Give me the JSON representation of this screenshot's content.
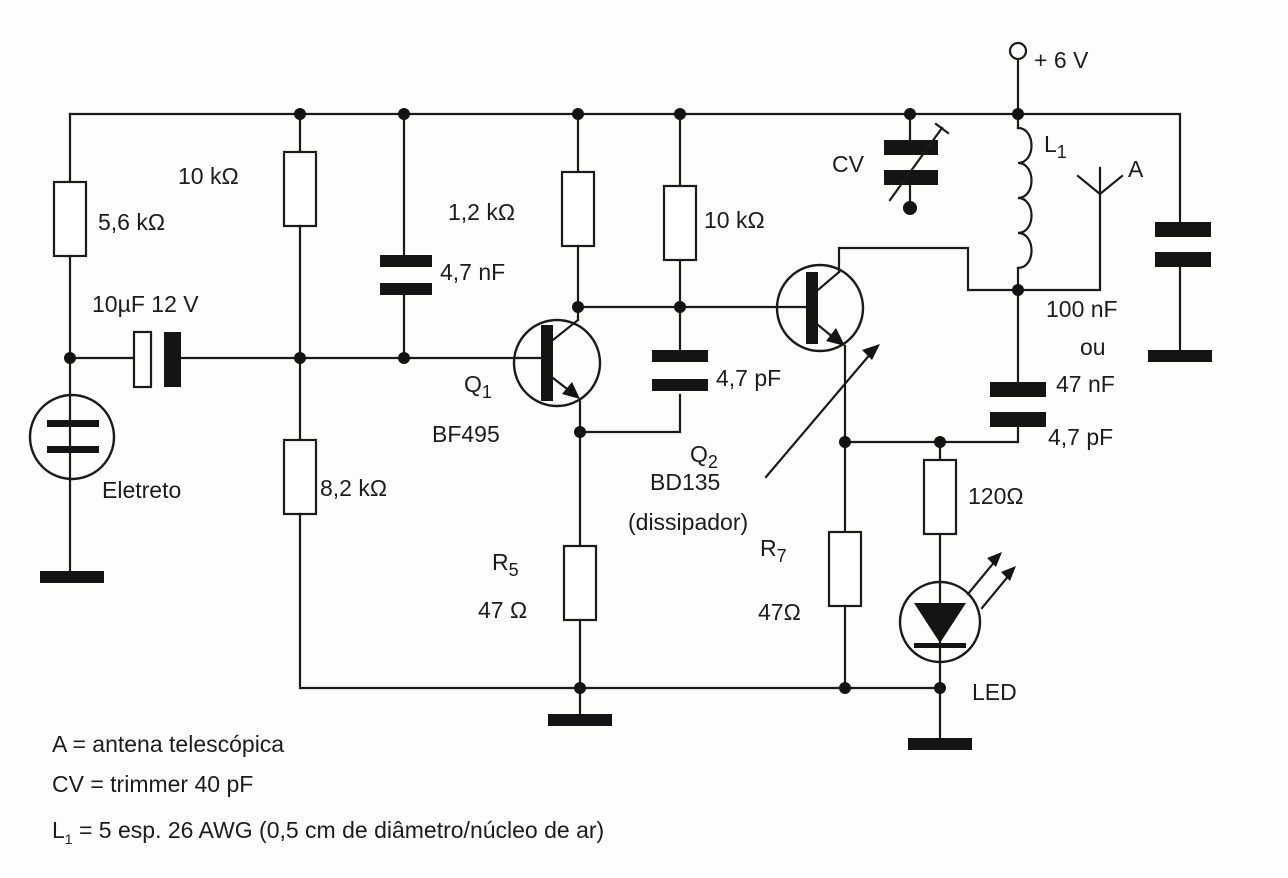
{
  "supply": {
    "label": "+ 6 V"
  },
  "components": {
    "r_5k6": {
      "value": "5,6 kΩ"
    },
    "c_10uf": {
      "value": "10µF 12 V"
    },
    "mic": {
      "label": "Eletreto"
    },
    "r_10k_bias": {
      "value": "10 kΩ"
    },
    "r_8k2": {
      "value": "8,2 kΩ"
    },
    "c_4n7": {
      "value": "4,7 nF"
    },
    "r_1k2": {
      "value": "1,2 kΩ"
    },
    "r_10k_q2": {
      "value": "10 kΩ"
    },
    "c_4p7_fb": {
      "value": "4,7 pF"
    },
    "q1": {
      "ref": "Q",
      "ref_sub": "1",
      "part": "BF495"
    },
    "r5": {
      "ref": "R",
      "ref_sub": "5",
      "value": "47 Ω"
    },
    "q2": {
      "ref": "Q",
      "ref_sub": "2",
      "part": "BD135",
      "note": "(dissipador)"
    },
    "r7": {
      "ref": "R",
      "ref_sub": "7",
      "value": "47Ω"
    },
    "cv": {
      "ref": "CV"
    },
    "l1": {
      "ref": "L",
      "ref_sub": "1"
    },
    "antenna": {
      "ref": "A"
    },
    "c_decoupling": {
      "value_line1": "100 nF",
      "value_line2": "ou",
      "value_line3": "47 nF"
    },
    "c_4p7_out": {
      "value": "4,7 pF"
    },
    "r_120": {
      "value": "120Ω"
    },
    "led": {
      "label": "LED"
    }
  },
  "legend": [
    {
      "text": "A = antena telescópica"
    },
    {
      "text": "CV = trimmer 40  pF"
    },
    {
      "prefix": "L",
      "sub": "1",
      "text": " = 5 esp. 26 AWG (0,5 cm de diâmetro/núcleo de ar)"
    }
  ]
}
